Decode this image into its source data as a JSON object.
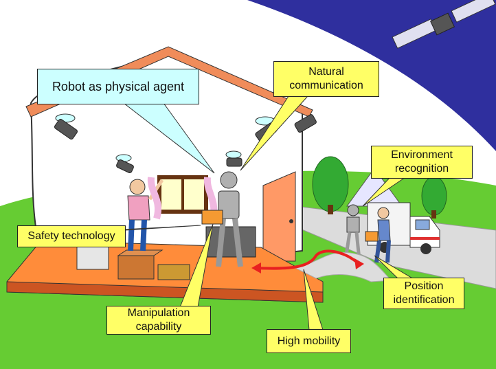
{
  "colors": {
    "sky": "#2f2f9e",
    "grass": "#66cc33",
    "floor": "#ff8c3a",
    "callout_yellow": "#ffff66",
    "callout_cyan": "#ccffff",
    "path_arrow": "#e82020",
    "roof": "#f08c5a"
  },
  "callouts": {
    "robot_agent": "Robot as physical agent",
    "natural_communication": "Natural communication",
    "environment_recognition": "Environment recognition",
    "safety_technology": "Safety technology",
    "manipulation_capability": "Manipulation capability",
    "position_identification": "Position identification",
    "high_mobility": "High mobility"
  },
  "icons": [
    "satellite-icon",
    "ceiling-camera-icon",
    "tree-icon",
    "truck-icon",
    "humanoid-robot-icon",
    "person-icon",
    "box-icon",
    "door-icon",
    "window-icon"
  ]
}
